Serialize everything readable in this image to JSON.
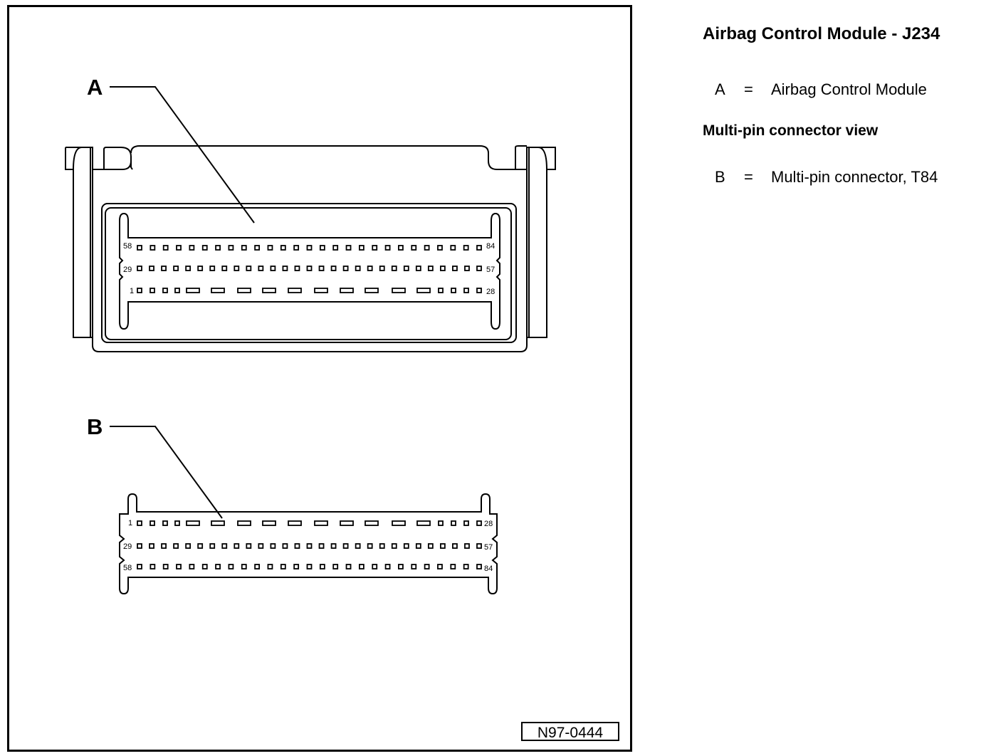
{
  "figure": {
    "callout_a": "A",
    "callout_b": "B",
    "figure_id": "N97-0444",
    "module_pin_labels": {
      "top_left": "58",
      "top_right": "84",
      "mid_left": "29",
      "mid_right": "57",
      "bottom_left": "1",
      "bottom_right": "28"
    },
    "connector_pin_labels": {
      "top_left": "1",
      "top_right": "28",
      "mid_left": "29",
      "mid_right": "57",
      "bottom_left": "58",
      "bottom_right": "84"
    }
  },
  "legend": {
    "title": "Airbag Control Module - J234",
    "items": [
      {
        "key": "A",
        "eq": "=",
        "desc": "Airbag Control Module"
      },
      {
        "key": "B",
        "eq": "=",
        "desc": "Multi-pin connector, T84"
      }
    ],
    "subtitle": "Multi-pin connector view"
  }
}
